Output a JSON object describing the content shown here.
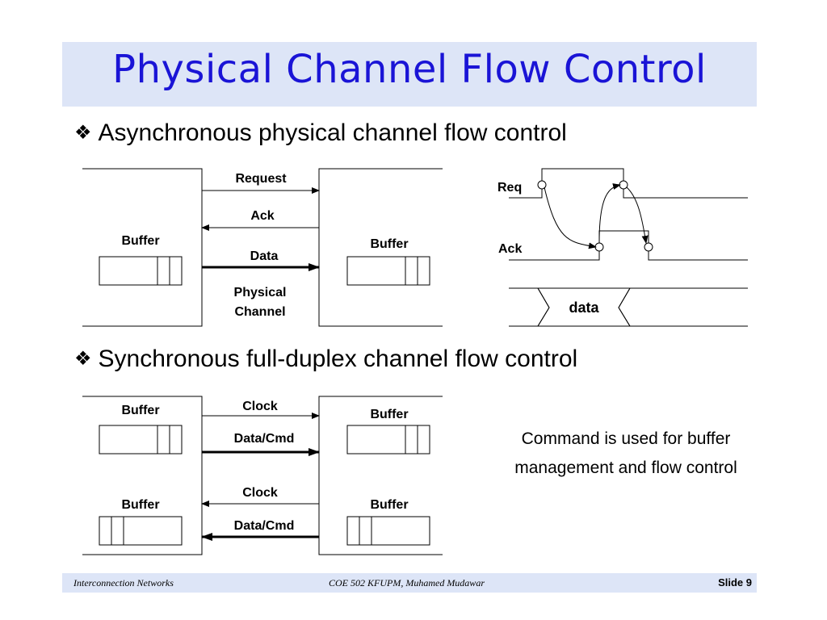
{
  "title": "Physical Channel Flow Control",
  "bullets": {
    "marker": "❖",
    "async": "Asynchronous physical channel flow control",
    "sync": "Synchronous full-duplex channel flow control"
  },
  "async_diagram": {
    "left_buffer": "Buffer",
    "right_buffer": "Buffer",
    "request": "Request",
    "ack": "Ack",
    "data": "Data",
    "physical": "Physical",
    "channel": "Channel"
  },
  "timing": {
    "req": "Req",
    "ack": "Ack",
    "data": "data"
  },
  "sync_diagram": {
    "buffer_top_left": "Buffer",
    "buffer_top_right": "Buffer",
    "buffer_bottom_left": "Buffer",
    "buffer_bottom_right": "Buffer",
    "clock_top": "Clock",
    "datacmd_top": "Data/Cmd",
    "clock_bottom": "Clock",
    "datacmd_bottom": "Data/Cmd"
  },
  "note": "Command is used for buffer management and flow control",
  "footer": {
    "left": "Interconnection Networks",
    "center": "COE 502 KFUPM, Muhamed Mudawar",
    "right": "Slide 9"
  }
}
